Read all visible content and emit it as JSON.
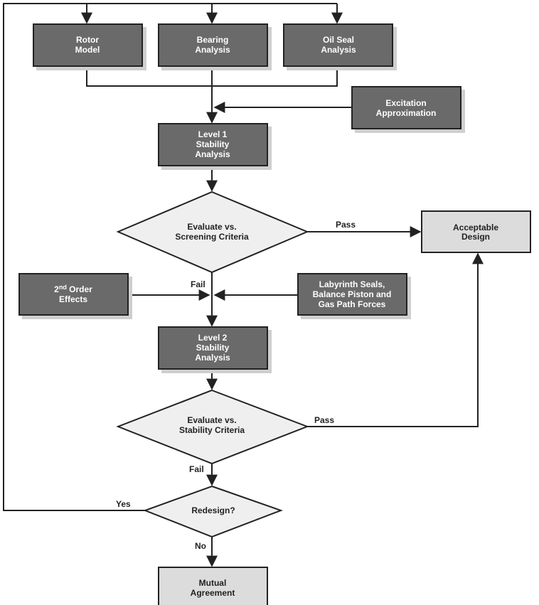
{
  "nodes": {
    "rotor_model": {
      "lines": [
        "Rotor",
        "Model"
      ]
    },
    "bearing_analysis": {
      "lines": [
        "Bearing",
        "Analysis"
      ]
    },
    "oil_seal_analysis": {
      "lines": [
        "Oil Seal",
        "Analysis"
      ]
    },
    "excitation_approximation": {
      "lines": [
        "Excitation",
        "Approximation"
      ]
    },
    "level1_stability_analysis": {
      "lines": [
        "Level 1",
        "Stability",
        "Analysis"
      ]
    },
    "evaluate_screening": {
      "lines": [
        "Evaluate vs.",
        "Screening Criteria"
      ]
    },
    "acceptable_design": {
      "lines": [
        "Acceptable",
        "Design"
      ]
    },
    "second_order_effects": {
      "line1_base": "2",
      "line1_sup": "nd",
      "line1_rest": " Order",
      "line2": "Effects"
    },
    "labyrinth_seals": {
      "lines": [
        "Labyrinth Seals,",
        "Balance Piston and",
        "Gas Path Forces"
      ]
    },
    "level2_stability_analysis": {
      "lines": [
        "Level 2",
        "Stability",
        "Analysis"
      ]
    },
    "evaluate_stability": {
      "lines": [
        "Evaluate vs.",
        "Stability Criteria"
      ]
    },
    "redesign": {
      "lines": [
        "Redesign?"
      ]
    },
    "mutual_agreement": {
      "lines": [
        "Mutual",
        "Agreement"
      ]
    }
  },
  "edge_labels": {
    "pass1": "Pass",
    "fail1": "Fail",
    "pass2": "Pass",
    "fail2": "Fail",
    "yes": "Yes",
    "no": "No"
  },
  "colors": {
    "dark_box": "#6b6b6b",
    "light_box": "#dcdcdc",
    "diamond": "#efefef",
    "line": "#222222"
  }
}
